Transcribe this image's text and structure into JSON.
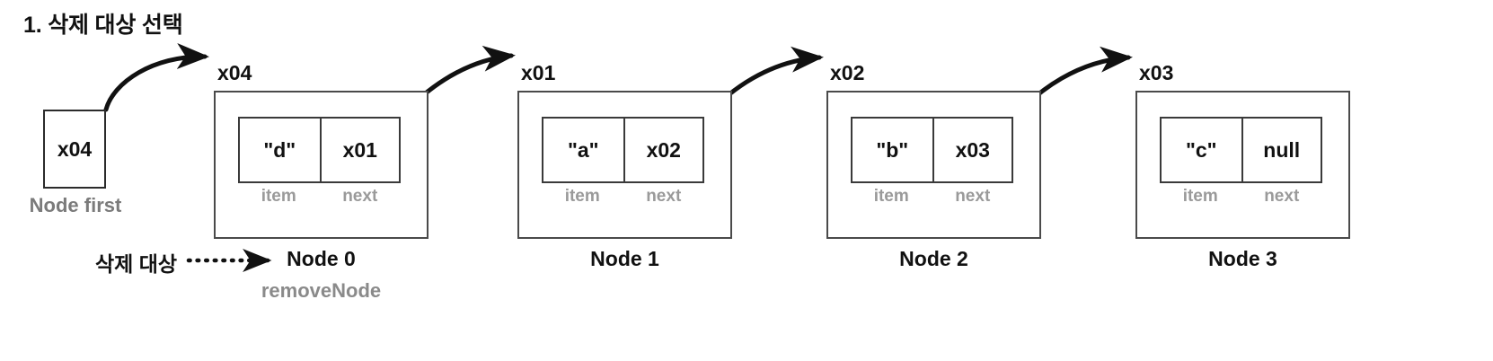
{
  "title": "1. 삭제 대상 선택",
  "first_pointer": {
    "value": "x04",
    "caption": "Node first"
  },
  "delete_target": {
    "label": "삭제 대상",
    "connector": "dotted-arrow"
  },
  "nodes": [
    {
      "address": "x04",
      "item": "\"d\"",
      "next": "x01",
      "item_label": "item",
      "next_label": "next",
      "caption": "Node 0",
      "subcaption": "removeNode"
    },
    {
      "address": "x01",
      "item": "\"a\"",
      "next": "x02",
      "item_label": "item",
      "next_label": "next",
      "caption": "Node 1",
      "subcaption": ""
    },
    {
      "address": "x02",
      "item": "\"b\"",
      "next": "x03",
      "item_label": "item",
      "next_label": "next",
      "caption": "Node 2",
      "subcaption": ""
    },
    {
      "address": "x03",
      "item": "\"c\"",
      "next": "null",
      "item_label": "item",
      "next_label": "next",
      "caption": "Node 3",
      "subcaption": ""
    }
  ],
  "colors": {
    "ink": "#111111",
    "box_border": "#4a4a4a",
    "gray_text": "#8a8a8a",
    "field_label": "#9a9a9a",
    "background": "#ffffff"
  }
}
